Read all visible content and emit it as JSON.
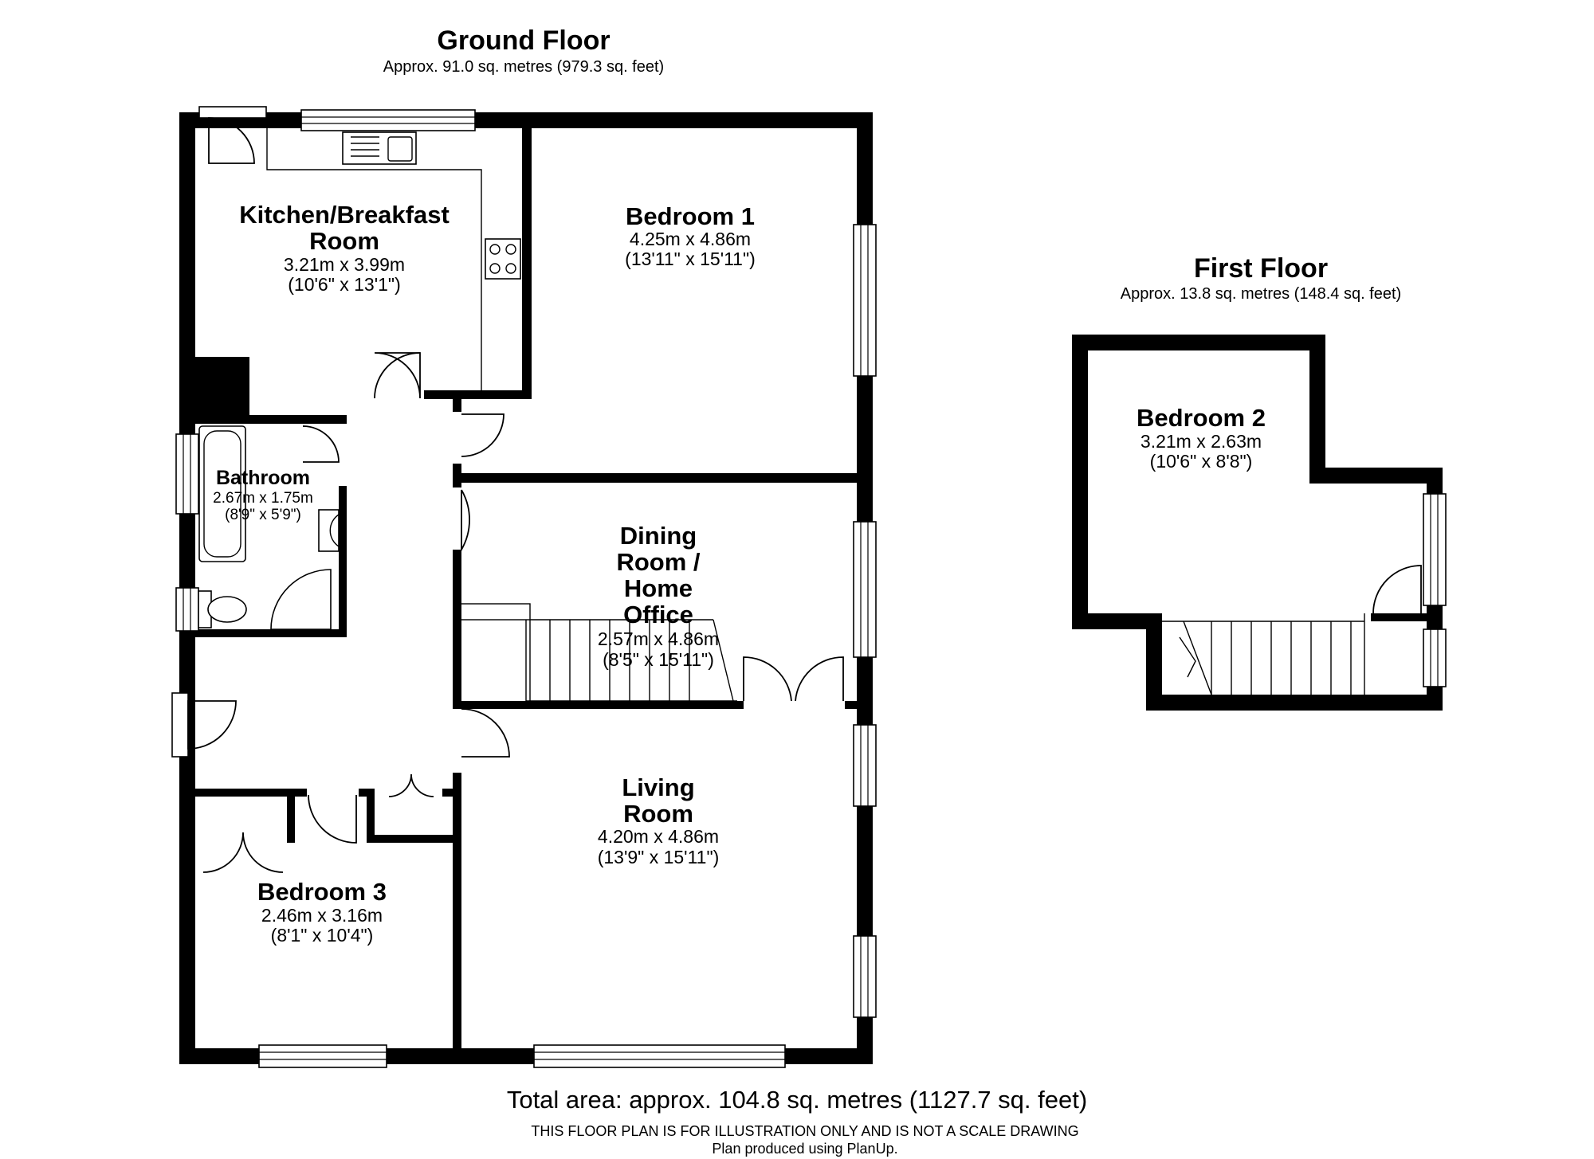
{
  "ground_floor": {
    "title": "Ground Floor",
    "area": "Approx. 91.0 sq. metres (979.3 sq. feet)"
  },
  "first_floor": {
    "title": "First Floor",
    "area": "Approx. 13.8 sq. metres (148.4 sq. feet)"
  },
  "rooms": {
    "kitchen": {
      "name_line1": "Kitchen/Breakfast",
      "name_line2": "Room",
      "metric": "3.21m x 3.99m",
      "imperial": "(10'6\" x 13'1\")"
    },
    "bedroom1": {
      "name": "Bedroom 1",
      "metric": "4.25m x 4.86m",
      "imperial": "(13'11\" x 15'11\")"
    },
    "bathroom": {
      "name": "Bathroom",
      "metric": "2.67m x 1.75m",
      "imperial": "(8'9\" x 5'9\")"
    },
    "dining": {
      "name_line1": "Dining",
      "name_line2": "Room /",
      "name_line3": "Home",
      "name_line4": "Office",
      "metric": "2.57m x 4.86m",
      "imperial": "(8'5\" x 15'11\")"
    },
    "living": {
      "name_line1": "Living",
      "name_line2": "Room",
      "metric": "4.20m x 4.86m",
      "imperial": "(13'9\" x 15'11\")"
    },
    "bedroom3": {
      "name": "Bedroom 3",
      "metric": "2.46m x 3.16m",
      "imperial": "(8'1\" x 10'4\")"
    },
    "bedroom2": {
      "name": "Bedroom 2",
      "metric": "3.21m x 2.63m",
      "imperial": "(10'6\" x 8'8\")"
    }
  },
  "footer": {
    "total": "Total area: approx. 104.8 sq. metres (1127.7 sq. feet)",
    "disclaimer": "THIS FLOOR PLAN IS FOR ILLUSTRATION ONLY AND IS NOT A SCALE DRAWING",
    "credit": "Plan produced using PlanUp."
  }
}
